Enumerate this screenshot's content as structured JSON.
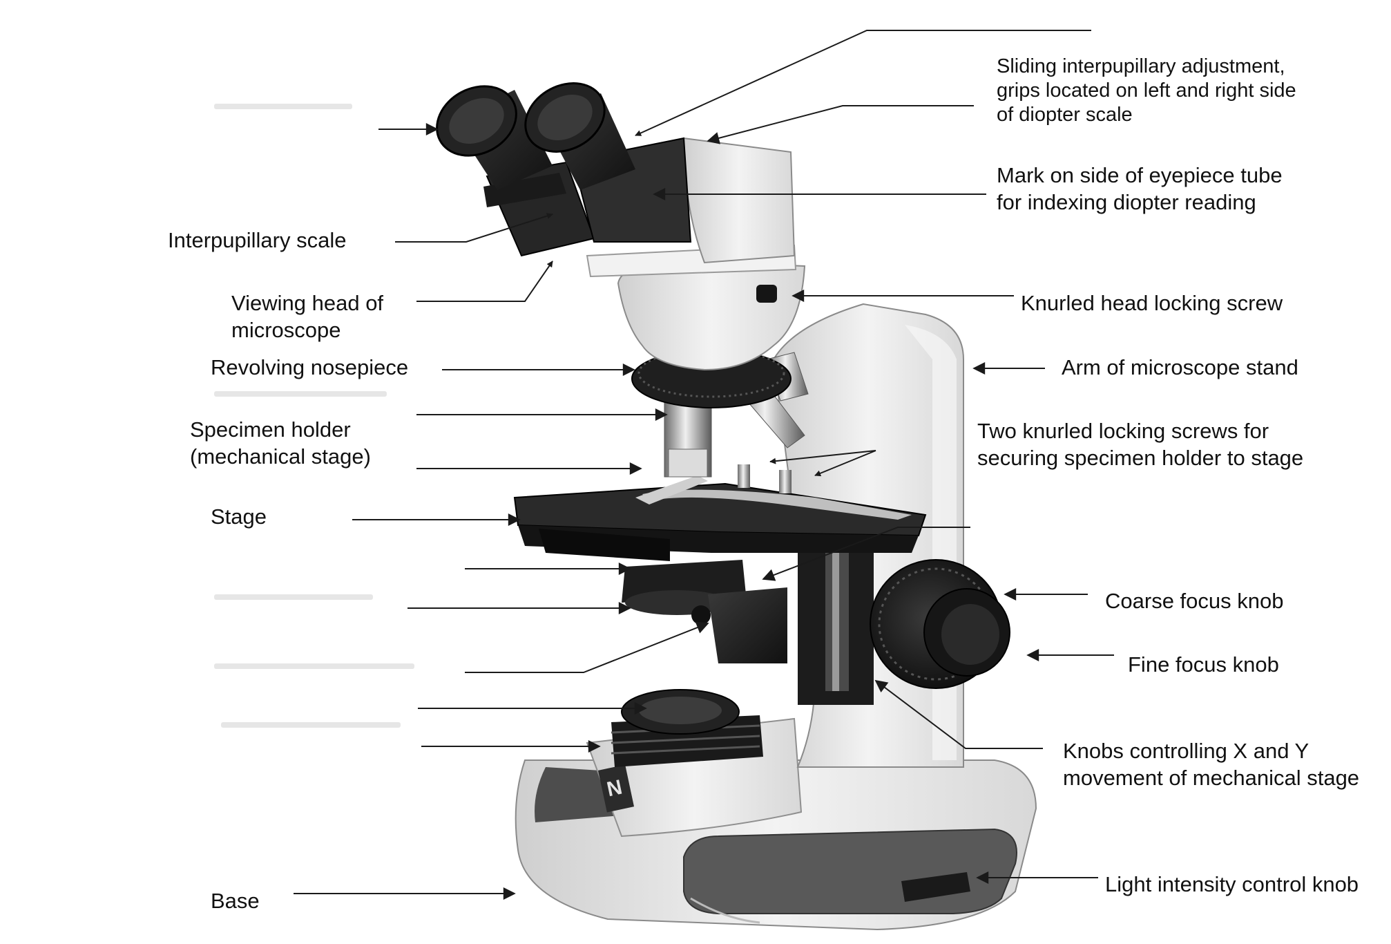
{
  "diagram": {
    "colors": {
      "label": "#111111",
      "leader": "#1a1a1a",
      "body": "#e9e9e9",
      "dark": "#262626"
    },
    "labels": {
      "sliding_interpupillary": [
        "Sliding interpupillary adjustment,",
        "grips located on left and right side",
        "of diopter scale"
      ],
      "mark_eyepiece": [
        "Mark on side of eyepiece tube",
        "for indexing diopter reading"
      ],
      "interpupillary_scale": "Interpupillary scale",
      "viewing_head": [
        "Viewing head of",
        "microscope"
      ],
      "knurled_head_screw": "Knurled head locking screw",
      "revolving_nosepiece": "Revolving nosepiece",
      "arm": "Arm of microscope stand",
      "specimen_holder": [
        "Specimen holder",
        "(mechanical stage)"
      ],
      "two_knurled_screws": [
        "Two knurled locking screws for",
        "securing specimen holder to stage"
      ],
      "stage": "Stage",
      "coarse_focus": "Coarse focus knob",
      "fine_focus": "Fine focus knob",
      "knobs_xy": [
        "Knobs controlling X and Y",
        "movement of mechanical stage"
      ],
      "light_intensity": "Light intensity control knob",
      "base": "Base"
    }
  }
}
